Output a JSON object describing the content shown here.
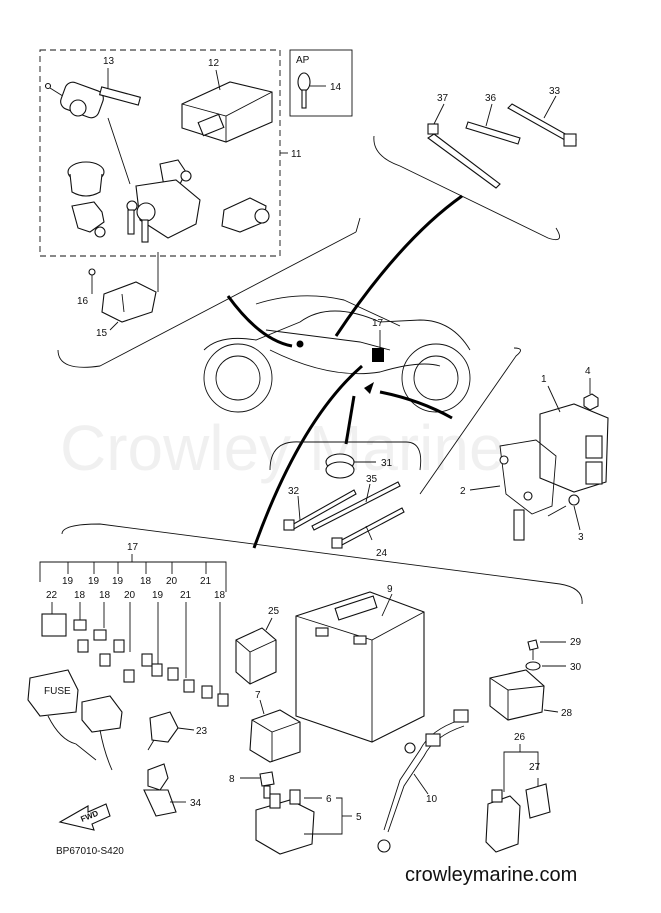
{
  "labels": {
    "n1": "1",
    "n2": "2",
    "n3": "3",
    "n4": "4",
    "n5": "5",
    "n6": "6",
    "n7": "7",
    "n8": "8",
    "n9": "9",
    "n10": "10",
    "n11": "11",
    "n12": "12",
    "n13": "13",
    "n14": "14",
    "n15": "15",
    "n16": "16",
    "n17a": "17",
    "n17b": "17",
    "n18a": "18",
    "n18b": "18",
    "n18c": "18",
    "n18d": "18",
    "n19a": "19",
    "n19b": "19",
    "n19c": "19",
    "n19d": "19",
    "n20a": "20",
    "n20b": "20",
    "n21a": "21",
    "n21b": "21",
    "n22": "22",
    "n23": "23",
    "n24": "24",
    "n25": "25",
    "n26": "26",
    "n27": "27",
    "n28": "28",
    "n29": "29",
    "n30": "30",
    "n31": "31",
    "n32": "32",
    "n33": "33",
    "n34": "34",
    "n35": "35",
    "n36": "36",
    "n37": "37"
  },
  "ap_badge": "AP",
  "fwd_text": "FWD",
  "fuse_text": "FUSE",
  "diagram_code": "BP67010-S420",
  "watermark": "Crowley Marine",
  "site_url": "crowleymarine.com"
}
